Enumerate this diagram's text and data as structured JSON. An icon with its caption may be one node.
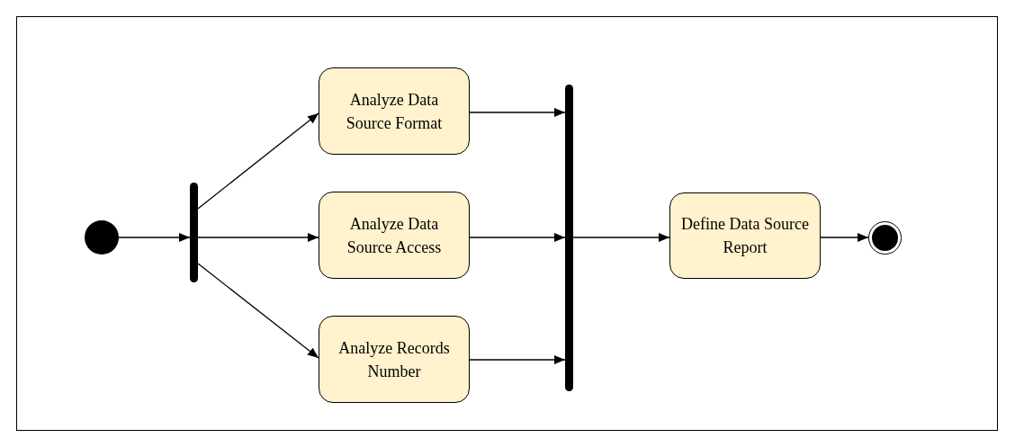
{
  "diagram": {
    "nodes": [
      {
        "text": [],
        "shape": "circle"
      },
      {
        "text": [],
        "shape": "bar"
      },
      {
        "text": [
          "Analyze Data Source Format"
        ]
      },
      {
        "text": [
          "Analyze Data Source Access"
        ]
      },
      {
        "text": [
          "Analyze Records Number"
        ]
      },
      {
        "text": [],
        "shape": "bar"
      },
      {
        "text": [
          "Define Data Source Report"
        ]
      },
      {
        "text": [],
        "shape": "bullseye"
      }
    ],
    "edges": [
      {
        "from": 0,
        "to": 1,
        "arrow": "to"
      },
      {
        "from": 1,
        "to": 2,
        "arrow": "to"
      },
      {
        "from": 1,
        "to": 3,
        "arrow": "to"
      },
      {
        "from": 1,
        "to": 4,
        "arrow": "to"
      },
      {
        "from": 2,
        "to": 5,
        "arrow": "to"
      },
      {
        "from": 3,
        "to": 5,
        "arrow": "to"
      },
      {
        "from": 4,
        "to": 5,
        "arrow": "to"
      },
      {
        "from": 5,
        "to": 6,
        "arrow": "to"
      },
      {
        "from": 6,
        "to": 7,
        "arrow": "to"
      }
    ]
  }
}
